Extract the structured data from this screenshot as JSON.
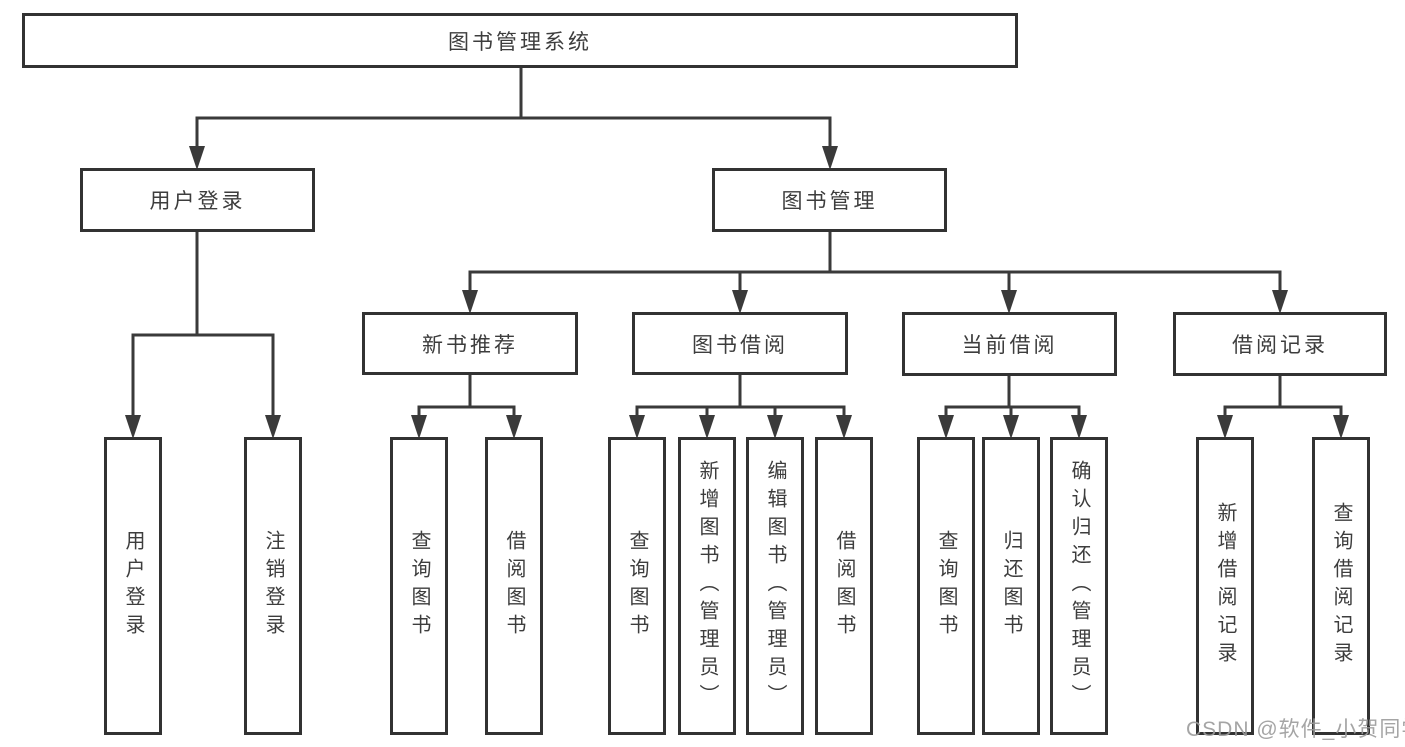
{
  "tree": {
    "label": "图书管理系统",
    "children": [
      {
        "label": "用户登录",
        "children": [
          {
            "label": "用户登录"
          },
          {
            "label": "注销登录"
          }
        ]
      },
      {
        "label": "图书管理",
        "children": [
          {
            "label": "新书推荐",
            "children": [
              {
                "label": "查询图书"
              },
              {
                "label": "借阅图书"
              }
            ]
          },
          {
            "label": "图书借阅",
            "children": [
              {
                "label": "查询图书"
              },
              {
                "label": "新增图书（管理员）"
              },
              {
                "label": "编辑图书（管理员）"
              },
              {
                "label": "借阅图书"
              }
            ]
          },
          {
            "label": "当前借阅",
            "children": [
              {
                "label": "查询图书"
              },
              {
                "label": "归还图书"
              },
              {
                "label": "确认归还（管理员）"
              }
            ]
          },
          {
            "label": "借阅记录",
            "children": [
              {
                "label": "新增借阅记录"
              },
              {
                "label": "查询借阅记录"
              }
            ]
          }
        ]
      }
    ]
  },
  "watermark": {
    "text": "CSDN @软件_小贺同学"
  },
  "colors": {
    "line": "#3a3a3a",
    "box_border": "#323232",
    "text": "#3d3d3d",
    "watermark": "#9b9b9b",
    "background": "#ffffff"
  }
}
